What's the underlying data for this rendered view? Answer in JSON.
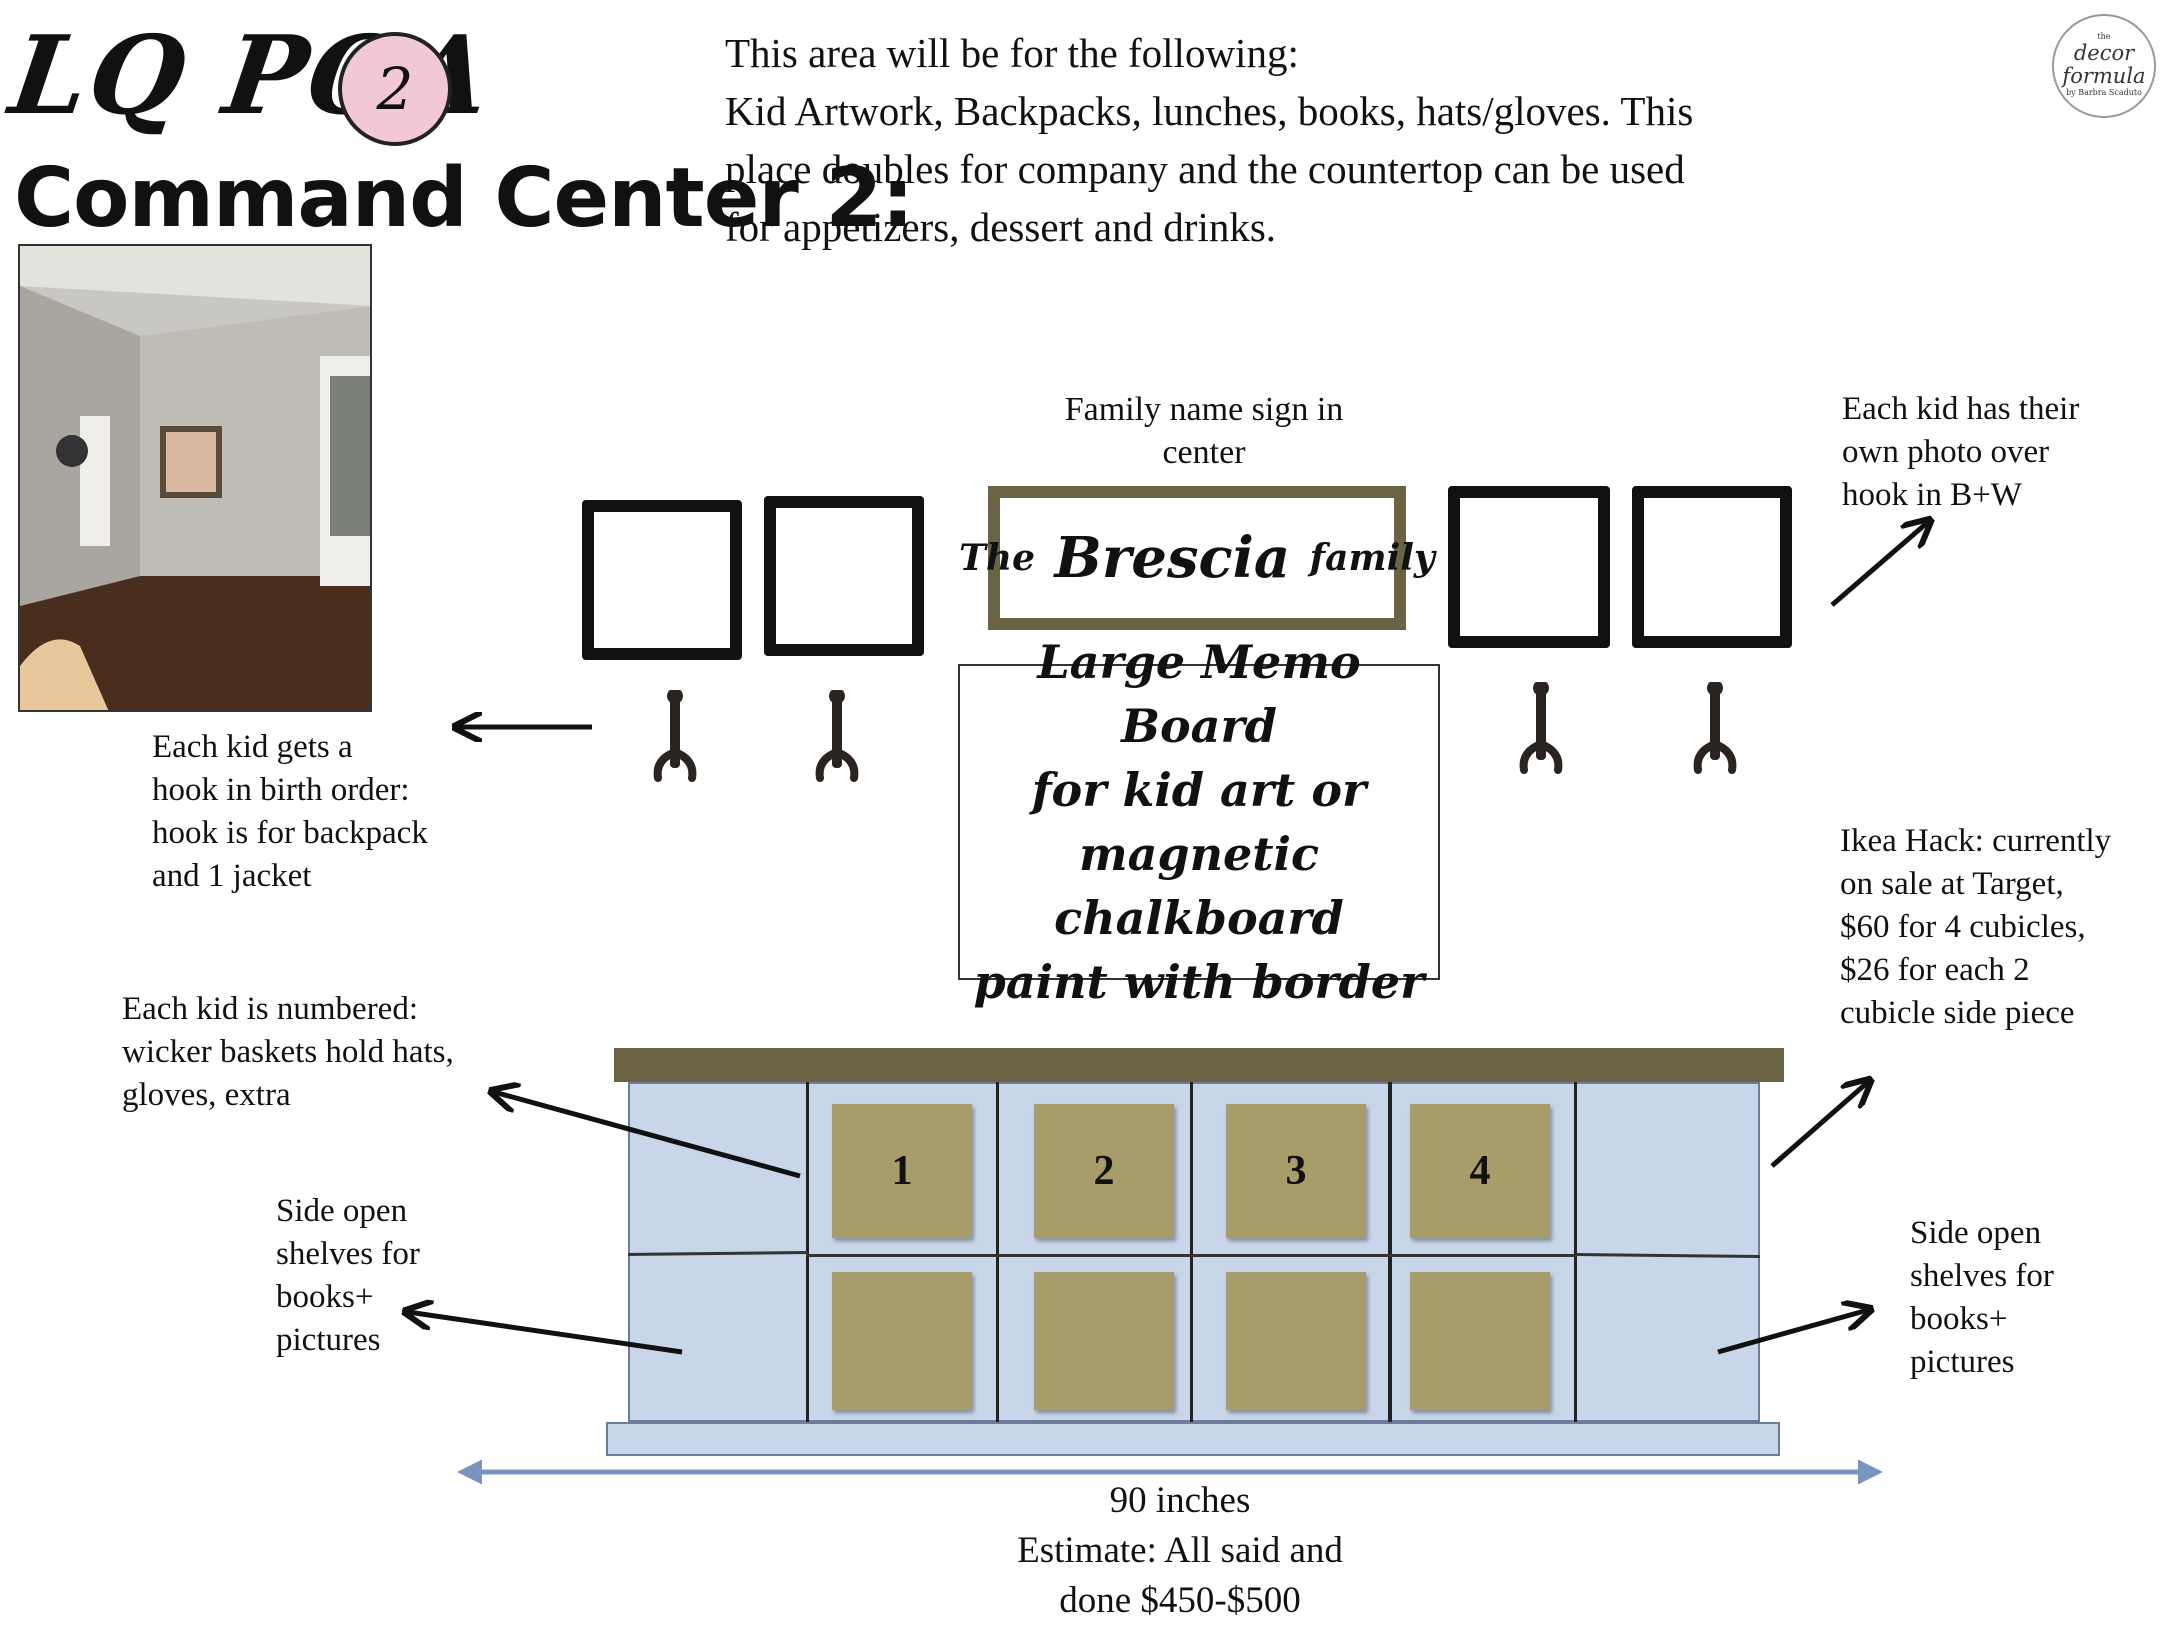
{
  "header": {
    "lq_title": "LQ POA",
    "badge": "2",
    "section_title": "Command Center 2:",
    "intro_lines": [
      "This area will be for the following:",
      "Kid Artwork, Backpacks, lunches, books, hats/gloves. This",
      "place doubles for company and the countertop can be used",
      "for appetizers, dessert and drinks."
    ]
  },
  "logo": {
    "line1": "the",
    "line2": "decor",
    "line3": "formula",
    "line4": "by Barbra Scaduto"
  },
  "sign": {
    "caption_lines": [
      "Family name sign in",
      "center"
    ],
    "text_the": "The",
    "text_name": "Brescia",
    "text_family": "family"
  },
  "memo_lines": [
    "Large Memo Board",
    "for kid art or",
    "magnetic chalkboard",
    "paint with border"
  ],
  "photo_note_lines": [
    "Each kid has their",
    "own photo over",
    "hook in B+W"
  ],
  "hook_note_lines": [
    "Each kid gets a",
    "hook in birth order:",
    "hook is for backpack",
    "and 1 jacket"
  ],
  "ikea_note_lines": [
    "Ikea Hack: currently",
    "on sale at Target,",
    "$60 for 4 cubicles,",
    "$26 for each 2",
    "cubicle side piece"
  ],
  "basket_note_lines": [
    "Each kid is numbered:",
    "wicker baskets hold hats,",
    "gloves, extra"
  ],
  "left_shelf_lines": [
    "Side open",
    "shelves for",
    "books+",
    "pictures"
  ],
  "right_shelf_lines": [
    "Side open",
    "shelves for",
    "books+",
    "pictures"
  ],
  "bin_numbers": [
    "1",
    "2",
    "3",
    "4"
  ],
  "dimension": "90 inches",
  "estimate_lines": [
    "Estimate: All said and",
    "done $450-$500"
  ],
  "colors": {
    "badge_fill": "#f2c8d6",
    "countertop": "#6b6444",
    "cabinet": "#c9d6ea",
    "bins": "#a89d6a",
    "dimension_arrow": "#7a94bf"
  }
}
